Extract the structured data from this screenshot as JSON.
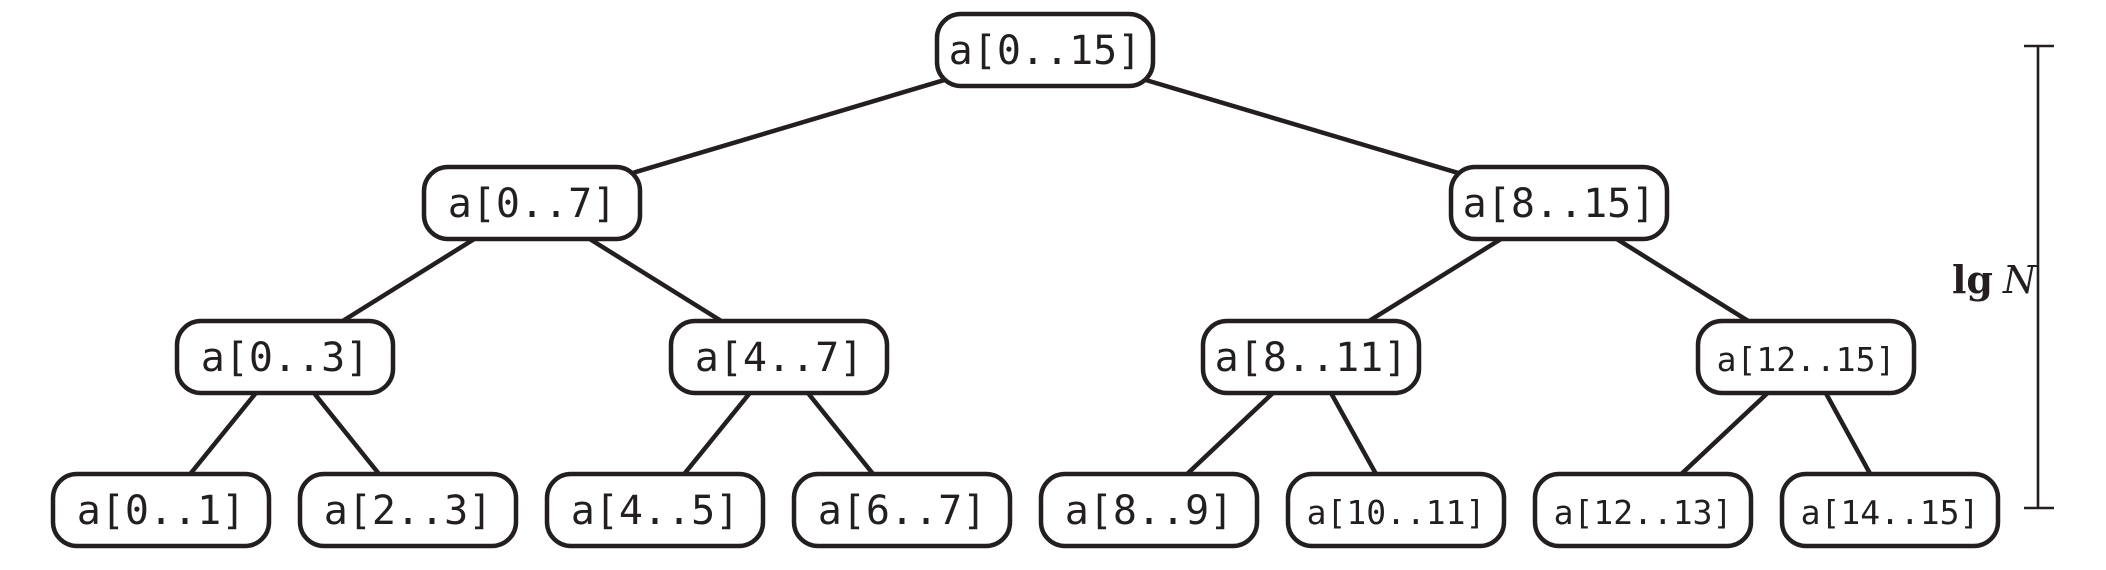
{
  "tree": {
    "levels": [
      [
        "a[0..15]"
      ],
      [
        "a[0..7]",
        "a[8..15]"
      ],
      [
        "a[0..3]",
        "a[4..7]",
        "a[8..11]",
        "a[12..15]"
      ],
      [
        "a[0..1]",
        "a[2..3]",
        "a[4..5]",
        "a[6..7]",
        "a[8..9]",
        "a[10..11]",
        "a[12..13]",
        "a[14..15]"
      ]
    ]
  },
  "height_indicator": {
    "label_bold": "lg",
    "label_italic": "N"
  },
  "colors": {
    "stroke": "#231f20",
    "background": "#ffffff"
  }
}
